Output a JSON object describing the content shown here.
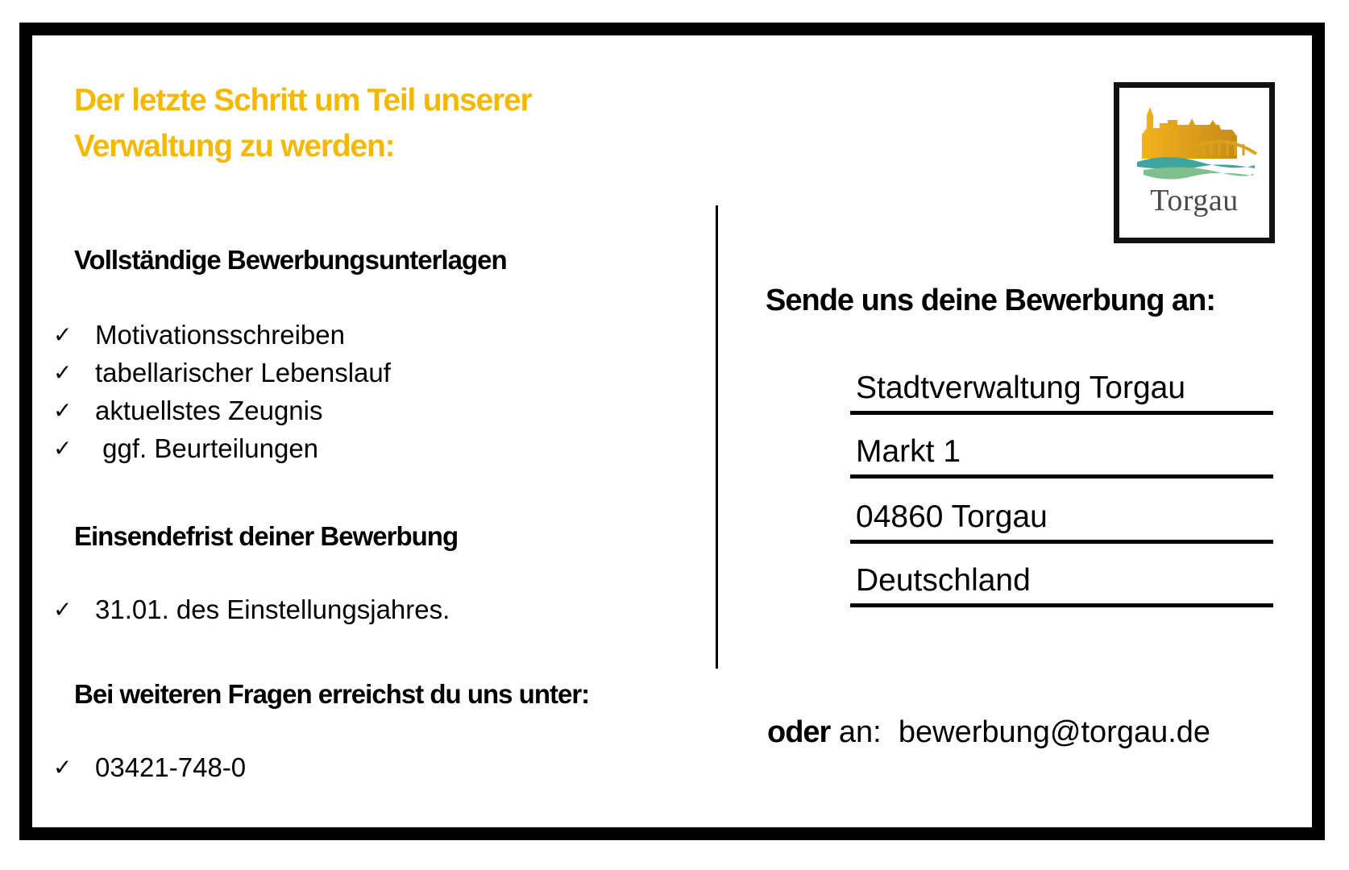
{
  "headline": {
    "line1": "Der letzte Schritt um Teil unserer",
    "line2": "Verwaltung zu werden:"
  },
  "documents": {
    "heading": "Vollständige Bewerbungsunterlagen",
    "items": [
      "Motivationsschreiben",
      "tabellarischer Lebenslauf",
      "aktuellstes Zeugnis",
      " ggf. Beurteilungen"
    ]
  },
  "deadline": {
    "heading": "Einsendefrist deiner Bewerbung",
    "items": [
      "31.01. des Einstellungsjahres."
    ]
  },
  "questions": {
    "heading": "Bei weiteren Fragen erreichst du uns unter:",
    "items": [
      "03421-748-0"
    ]
  },
  "check_symbol": "✓",
  "logo": {
    "text": "Torgau",
    "colors": {
      "gold": "#E3A21A",
      "teal": "#3FA5A0",
      "green": "#7FBF8E"
    }
  },
  "send": {
    "heading": "Sende uns deine Bewerbung an:",
    "address": [
      "Stadtverwaltung Torgau",
      "Markt 1",
      "04860 Torgau",
      "Deutschland"
    ]
  },
  "contact": {
    "oder": "oder",
    "an": " an:  ",
    "email": "bewerbung@torgau.de"
  },
  "colors": {
    "headline": "#F5B800",
    "frame": "#000000"
  }
}
